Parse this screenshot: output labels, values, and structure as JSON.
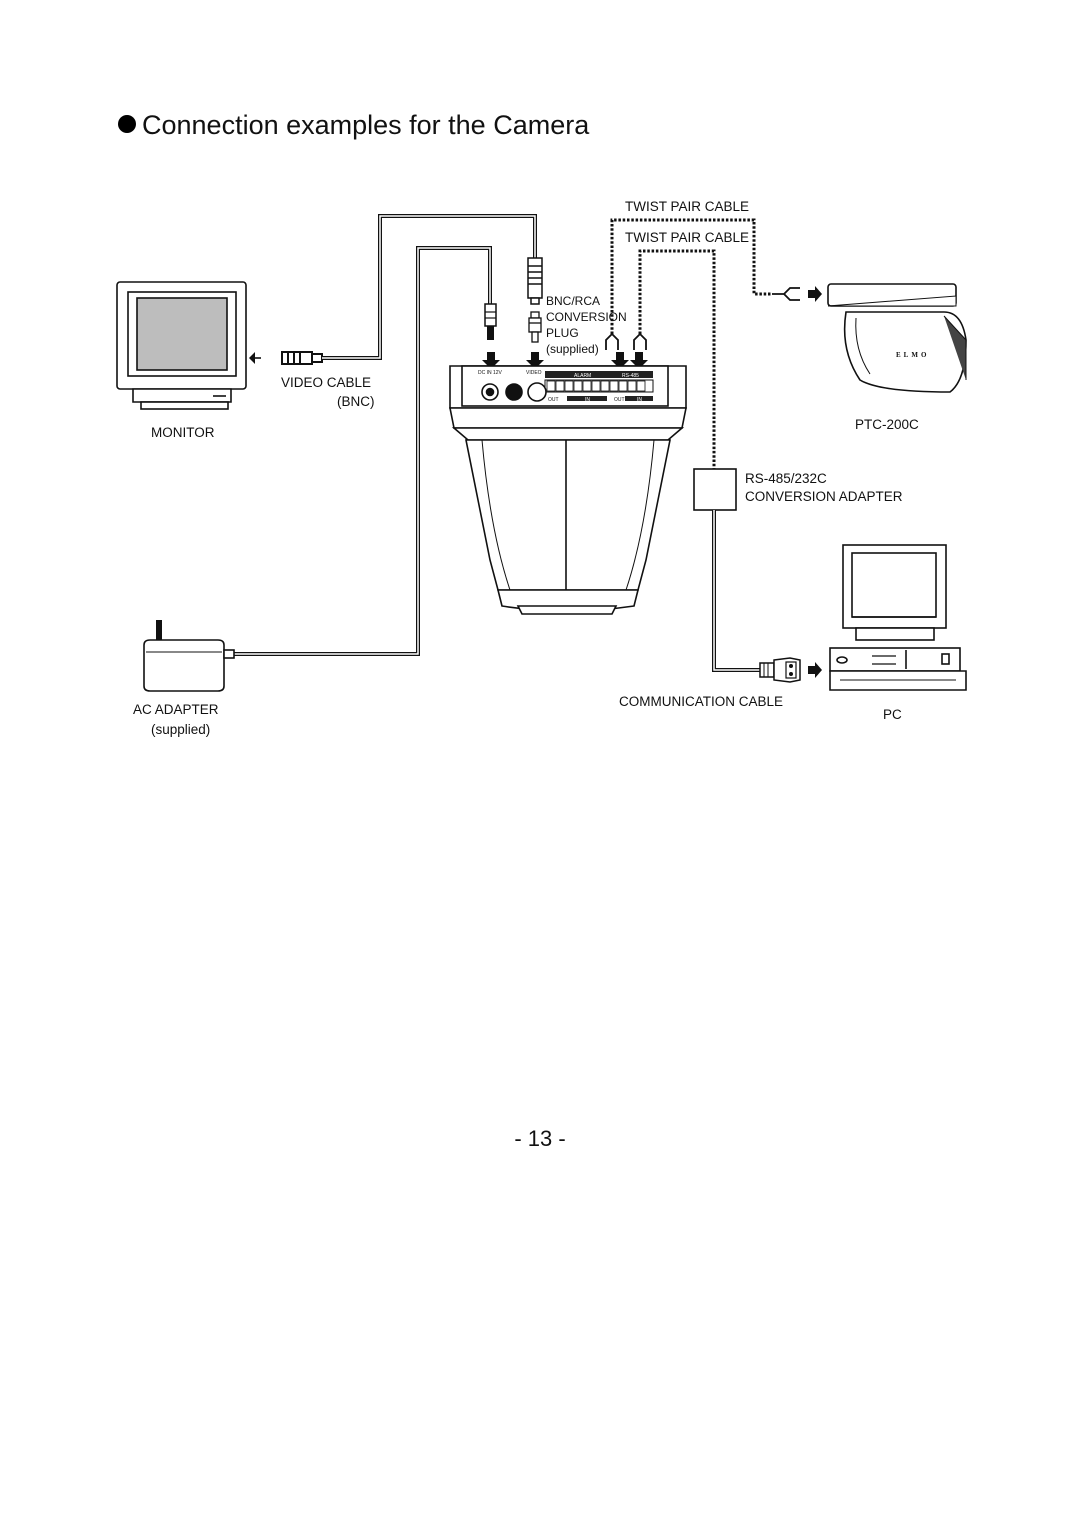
{
  "title": "Connection examples for the Camera",
  "labels": {
    "twist_pair_cable_1": "TWIST PAIR CABLE",
    "twist_pair_cable_2": "TWIST PAIR CABLE",
    "bnc_rca_line1": "BNC/RCA",
    "bnc_rca_line2": "CONVERSION",
    "bnc_rca_line3": "PLUG",
    "bnc_rca_supplied": "(supplied)",
    "video_cable": "VIDEO CABLE",
    "video_cable_bnc": "(BNC)",
    "monitor": "MONITOR",
    "ptc": "PTC-200C",
    "rs_adapter_line1": "RS-485/232C",
    "rs_adapter_line2": "CONVERSION ADAPTER",
    "communication_cable": "COMMUNICATION CABLE",
    "pc": "PC",
    "ac_adapter": "AC ADAPTER",
    "ac_supplied": "(supplied)"
  },
  "panel": {
    "dc_in": "DC IN 12V",
    "video": "VIDEO",
    "alarm": "ALARM",
    "rs485": "RS-485",
    "out1": "OUT",
    "in1": "IN",
    "out2": "OUT",
    "in2": "IN",
    "logo": "ELMO"
  },
  "page_number": "- 13 -"
}
